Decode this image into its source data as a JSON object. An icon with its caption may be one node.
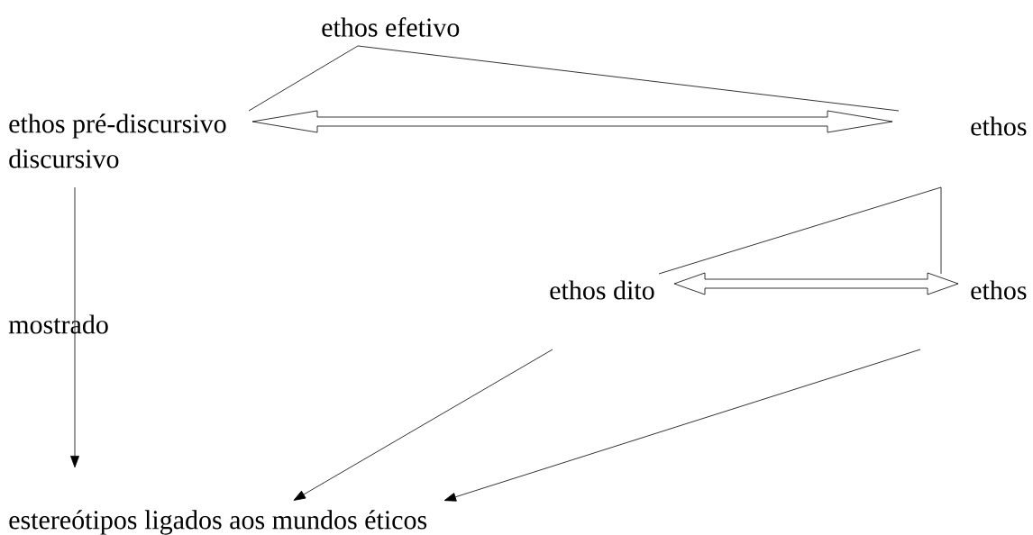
{
  "diagram": {
    "nodes": [
      {
        "text": [
          "ethos efetivo"
        ]
      },
      {
        "text": [
          "ethos pré-discursivo"
        ]
      },
      {
        "text": [
          "ethos"
        ]
      },
      {
        "text": [
          "discursivo"
        ]
      },
      {
        "text": [
          "ethos dito"
        ]
      },
      {
        "text": [
          "ethos"
        ]
      },
      {
        "text": [
          "estereótipos ligados aos mundos éticos"
        ]
      }
    ],
    "edges": [
      {
        "from": 0,
        "to": 1,
        "arrow": "none"
      },
      {
        "from": 0,
        "to": 2,
        "arrow": "none"
      },
      {
        "from": 1,
        "to": 2,
        "arrow": "both"
      },
      {
        "from": 2,
        "to": 4,
        "arrow": "none"
      },
      {
        "from": 2,
        "to": 5,
        "arrow": "none"
      },
      {
        "from": 4,
        "to": 5,
        "arrow": "both"
      },
      {
        "from": 3,
        "to": 6,
        "arrow": "to"
      },
      {
        "from": 4,
        "to": 6,
        "arrow": "to"
      },
      {
        "from": 5,
        "to": 6,
        "arrow": "to"
      }
    ],
    "labels": [
      "mostrado"
    ]
  }
}
